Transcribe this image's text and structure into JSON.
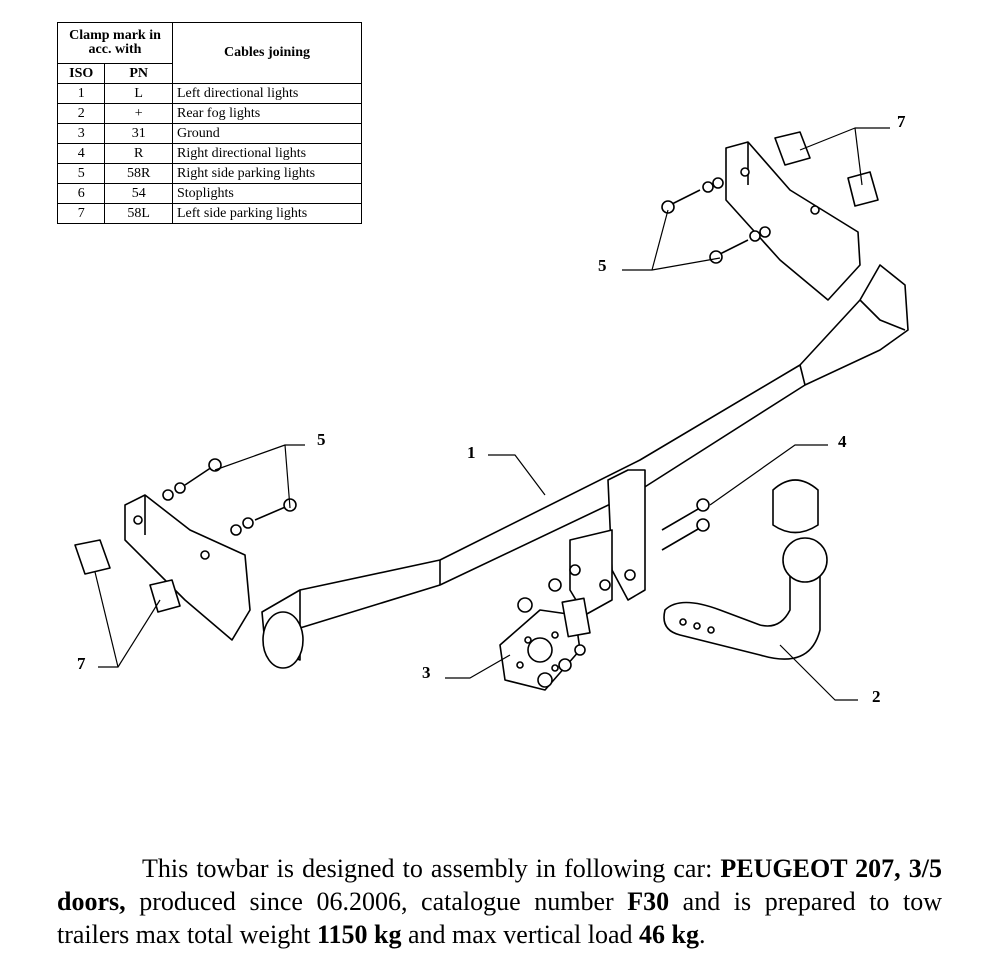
{
  "table": {
    "header_clamp": "Clamp mark in acc. with",
    "header_cables": "Cables joining",
    "header_iso": "ISO",
    "header_pn": "PN",
    "rows": [
      {
        "iso": "1",
        "pn": "L",
        "cable": "Left directional lights"
      },
      {
        "iso": "2",
        "pn": "+",
        "cable": "Rear fog lights"
      },
      {
        "iso": "3",
        "pn": "31",
        "cable": "Ground"
      },
      {
        "iso": "4",
        "pn": "R",
        "cable": "Right directional lights"
      },
      {
        "iso": "5",
        "pn": "58R",
        "cable": "Right side parking lights"
      },
      {
        "iso": "6",
        "pn": "54",
        "cable": "Stoplights"
      },
      {
        "iso": "7",
        "pn": "58L",
        "cable": "Left side parking lights"
      }
    ]
  },
  "callouts": {
    "c7_top": "7",
    "c5_top": "5",
    "c5_left": "5",
    "c1": "1",
    "c4": "4",
    "c7_left": "7",
    "c3": "3",
    "c2": "2"
  },
  "description": {
    "p1": "This towbar is designed to assembly in following car:",
    "car": "PEUGEOT 207, 3/5 doors,",
    "p2": " produced since 06.2006, catalogue number ",
    "catalogue": "F30",
    "p3": " and is prepared to tow trailers max total weight ",
    "weight": "1150 kg",
    "p4": " and max vertical load ",
    "load": "46 kg",
    "p5": "."
  }
}
